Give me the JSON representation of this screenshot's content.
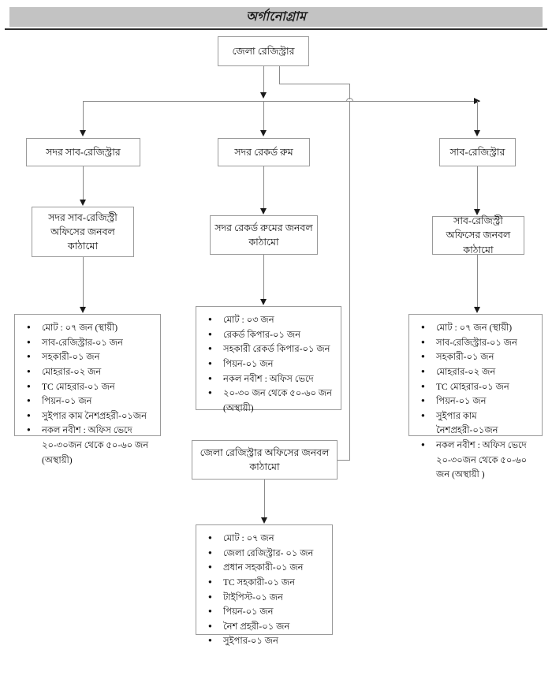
{
  "header": {
    "title": "অর্গানোগ্রাম"
  },
  "nodes": {
    "root": "জেলা রেজিস্ট্রার",
    "level2": [
      "সদর সাব-রেজিস্ট্রার",
      "সদর রেকর্ড রুম",
      "সাব-রেজিস্ট্রার"
    ],
    "level3": [
      "সদর সাব-রেজিস্ট্রী অফিসের জনবল কাঠামো",
      "সদর রেকর্ড রুমের জনবল কাঠামো",
      "সাব-রেজিস্ট্রী অফিসের জনবল কাঠামো"
    ],
    "bottom": "জেলা রেজিস্ট্রার অফিসের জনবল কাঠামো"
  },
  "lists": {
    "sadar_sub_registrar": [
      "মোট : ০৭ জন (স্থায়ী)",
      "সাব-রেজিস্ট্রার-০১ জন",
      "সহকারী-০১ জন",
      "মোহরার-০২ জন",
      "TC মোহরার-০১ জন",
      "পিয়ন-০১ জন",
      "সুইপার কাম নৈশপ্রহরী-০১জন",
      "নকল নবীশ : অফিস ভেদে ২০-৩০জন থেকে ৫০-৬০ জন (অস্থায়ী)"
    ],
    "record_room": [
      "মোট : ০৩ জন",
      "রেকর্ড কিপার-০১ জন",
      "সহকারী রেকর্ড কিপার-০১ জন",
      "পিয়ন-০১ জন",
      "নকল নবীশ : অফিস ভেদে",
      "২০-৩০ জন থেকে ৫০-৬০ জন (অস্থায়ী)"
    ],
    "sub_registrar": [
      "মোট : ০৭ জন (স্থায়ী)",
      "সাব-রেজিস্ট্রার-০১ জন",
      "সহকারী-০১ জন",
      "মোহরার-০২ জন",
      "TC মোহরার-০১ জন",
      "পিয়ন-০১ জন",
      "সুইপার কাম নৈশপ্রহরী-০১জন",
      "নকল নবীশ : অফিস ভেদে ২০-৩০জন থেকে ৫০-৬০ জন  (অস্থায়ী )"
    ],
    "district_registrar_office": [
      "মোট : ০৭ জন",
      "জেলা রেজিস্ট্রার- ০১ জন",
      "প্রধান সহকারী-০১ জন",
      "TC সহকারী-০১ জন",
      "টাইপিস্ট-০১ জন",
      "পিয়ন-০১ জন",
      "নৈশ প্রহরী-০১ জন",
      "সুইপার-০১ জন"
    ]
  },
  "colors": {
    "header_band": "#c3c3c3",
    "header_rule": "#2e2e2e",
    "box_border": "#9a9a9a",
    "connector": "#8a8a8a",
    "arrow": "#1a1a1a",
    "background": "#ffffff",
    "text": "#111111"
  }
}
